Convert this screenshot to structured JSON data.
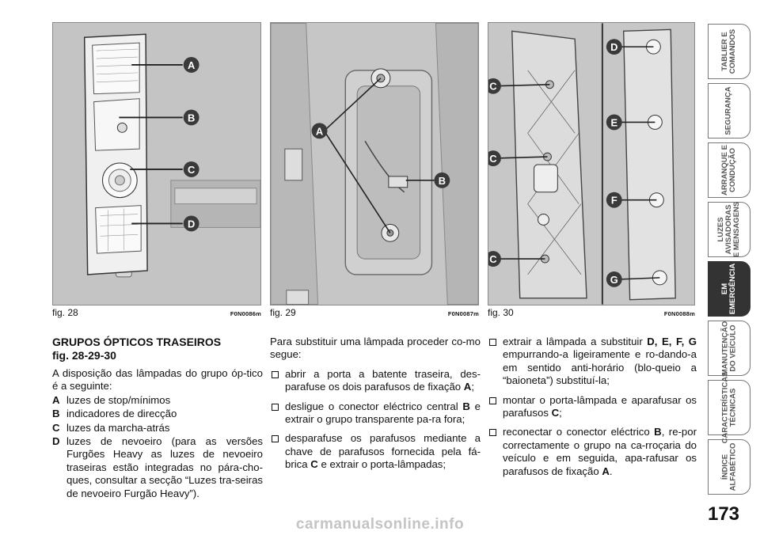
{
  "figures": [
    {
      "caption": "fig. 28",
      "code": "F0N0086m",
      "labels": [
        "A",
        "B",
        "C",
        "D"
      ]
    },
    {
      "caption": "fig. 29",
      "code": "F0N0087m",
      "labels": [
        "A",
        "B"
      ]
    },
    {
      "caption": "fig. 30",
      "code": "F0N0088m",
      "labels": [
        "C",
        "C",
        "C",
        "D",
        "E",
        "F",
        "G"
      ]
    }
  ],
  "col1": {
    "heading": "GRUPOS ÓPTICOS TRASEIROS",
    "subheading": "fig. 28-29-30",
    "intro": "A disposição das lâmpadas do grupo óp-tico é a seguinte:",
    "items": [
      {
        "letter": "A",
        "text": "luzes de stop/mínimos"
      },
      {
        "letter": "B",
        "text": "indicadores de direcção"
      },
      {
        "letter": "C",
        "text": "luzes da marcha-atrás"
      },
      {
        "letter": "D",
        "text": "luzes de nevoeiro (para as versões Furgões Heavy as luzes de nevoeiro traseiras estão integradas no pára-cho-ques, consultar a secção “Luzes tra-seiras de nevoeiro Furgão Heavy”)."
      }
    ]
  },
  "col2": {
    "intro": "Para substituir uma lâmpada proceder co-mo segue:",
    "bullets": [
      {
        "pre": "abrir a porta a batente traseira, des-parafuse os dois parafusos de fixação ",
        "b": "A",
        "post": ";"
      },
      {
        "pre": "desligue o conector eléctrico central ",
        "b": "B",
        "post": " e extrair o grupo transparente pa-ra fora;"
      },
      {
        "pre": "desparafuse os parafusos mediante a chave de parafusos fornecida pela fá-brica ",
        "b": "C",
        "post": " e extrair o porta-lâmpadas;"
      }
    ]
  },
  "col3": {
    "bullets": [
      {
        "pre": "extrair a lâmpada a substituir ",
        "b": "D, E, F, G",
        "post": " empurrando-a ligeiramente e ro-dando-a em sentido anti-horário (blo-queio a “baioneta”) substituí-la;"
      },
      {
        "pre": "montar o porta-lâmpada e aparafusar os parafusos ",
        "b": "C",
        "post": ";"
      },
      {
        "pre": "reconectar o conector eléctrico ",
        "b": "B",
        "post": ", re-por correctamente o grupo na ca-rroçaria do veículo e em seguida, apa-rafusar os parafusos de fixação ",
        "b2": "A",
        "post2": "."
      }
    ]
  },
  "tabs": [
    {
      "label": "TABLIER E\nCOMANDOS",
      "active": false
    },
    {
      "label": "SEGURANÇA",
      "active": false
    },
    {
      "label": "ARRANQUE E\nCONDUÇÃO",
      "active": false
    },
    {
      "label": "LUZES\nAVISADORAS\nE MENSAGENS",
      "active": false
    },
    {
      "label": "EM\nEMERGÊNCIA",
      "active": true
    },
    {
      "label": "MANUTENÇÃO\nDO VEÍCULO",
      "active": false
    },
    {
      "label": "CARACTERÍSTICAS\nTÉCNICAS",
      "active": false
    },
    {
      "label": "ÍNDICE\nALFABÉTICO",
      "active": false
    }
  ],
  "page_number": "173",
  "watermark": "carmanualsonline.info",
  "colors": {
    "figure_bg": "#c9c9c9",
    "label_circle": "#3a3a3a",
    "tab_active": "#333333"
  }
}
